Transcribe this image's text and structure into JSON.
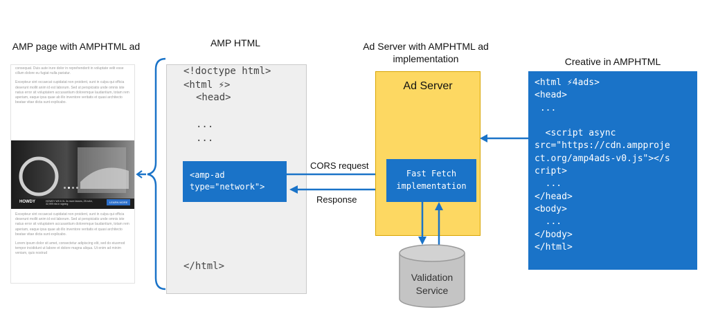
{
  "titles": {
    "amp_page": "AMP page with AMPHTML ad",
    "amp_html": "AMP HTML",
    "ad_server_line1": "Ad Server with AMPHTML ad",
    "ad_server_line2": "implementation",
    "creative": "Creative in AMPHTML"
  },
  "amp_html_code": {
    "line1": "<!doctype html>",
    "line2": "<html ⚡>",
    "line3": "<head>",
    "line4": "...",
    "line5": "...",
    "closing": "</html>"
  },
  "amp_ad": {
    "line1": "<amp-ad",
    "line2": "type=\"network\">"
  },
  "arrows": {
    "cors": "CORS request",
    "response": "Response"
  },
  "ad_server": {
    "title": "Ad Server",
    "fast_fetch_line1": "Fast Fetch",
    "fast_fetch_line2": "implementation"
  },
  "validation": {
    "line1": "Validation",
    "line2": "Service"
  },
  "creative_code": [
    "<html ⚡4ads>",
    "<head>",
    " ...",
    "",
    "  <script async",
    "src=\"https://cdn.ampproje",
    "ct.org/amp4ads-v0.js\"></s",
    "cript>",
    "  ...",
    "</head>",
    "<body>",
    "  ...",
    "</body>",
    "</html>"
  ],
  "phone_page": {
    "para1": "consequat. Duis aute irure dolor in reprehenderit in voluptate velit esse cillum dolore eu fugiat nulla pariatur.",
    "para2": "Excepteur sint occaecat cupidatat non proident, sunt in culpa qui officia deserunt mollit anim id est laborum. Sed ut perspiciatis unde omnis iste natus error sit voluptatem accusantium doloremque laudantium, totam rem aperiam, eaque ipsa quae ab illo inventore veritatis et quasi architecto beatae vitae dicta sunt explicabo.",
    "para3": "Excepteur sint occaecat cupidatat non proident, sunt in culpa qui officia deserunt mollit anim id est laborum. Sed ut perspiciatis unde omnis iste natus error sit voluptatem accusantium doloremque laudantium, totam rem aperiam, eaque ipsa quae ab illo inventore veritatis et quasi architecto beatae vitae dicta sunt explicabo.",
    "para4": "Lorem ipsum dolor sit amet, consectetur adipiscing elit, sed do eiusmod tempor incididunt ut labore et dolore magna aliqua. Ut enim ad minim veniam, quis nostrud",
    "ad_logo": "HOWDY",
    "ad_copy": "HOWDY WS 6 XL 3x more leaves, 25 mAh, 32,999 rbs in signing",
    "ad_button": "LEARN MORE"
  },
  "colors": {
    "blue": "#1a73c8",
    "yellow": "#fdd862",
    "grey_box": "#efefef",
    "cylinder": "#c4c4c4"
  }
}
